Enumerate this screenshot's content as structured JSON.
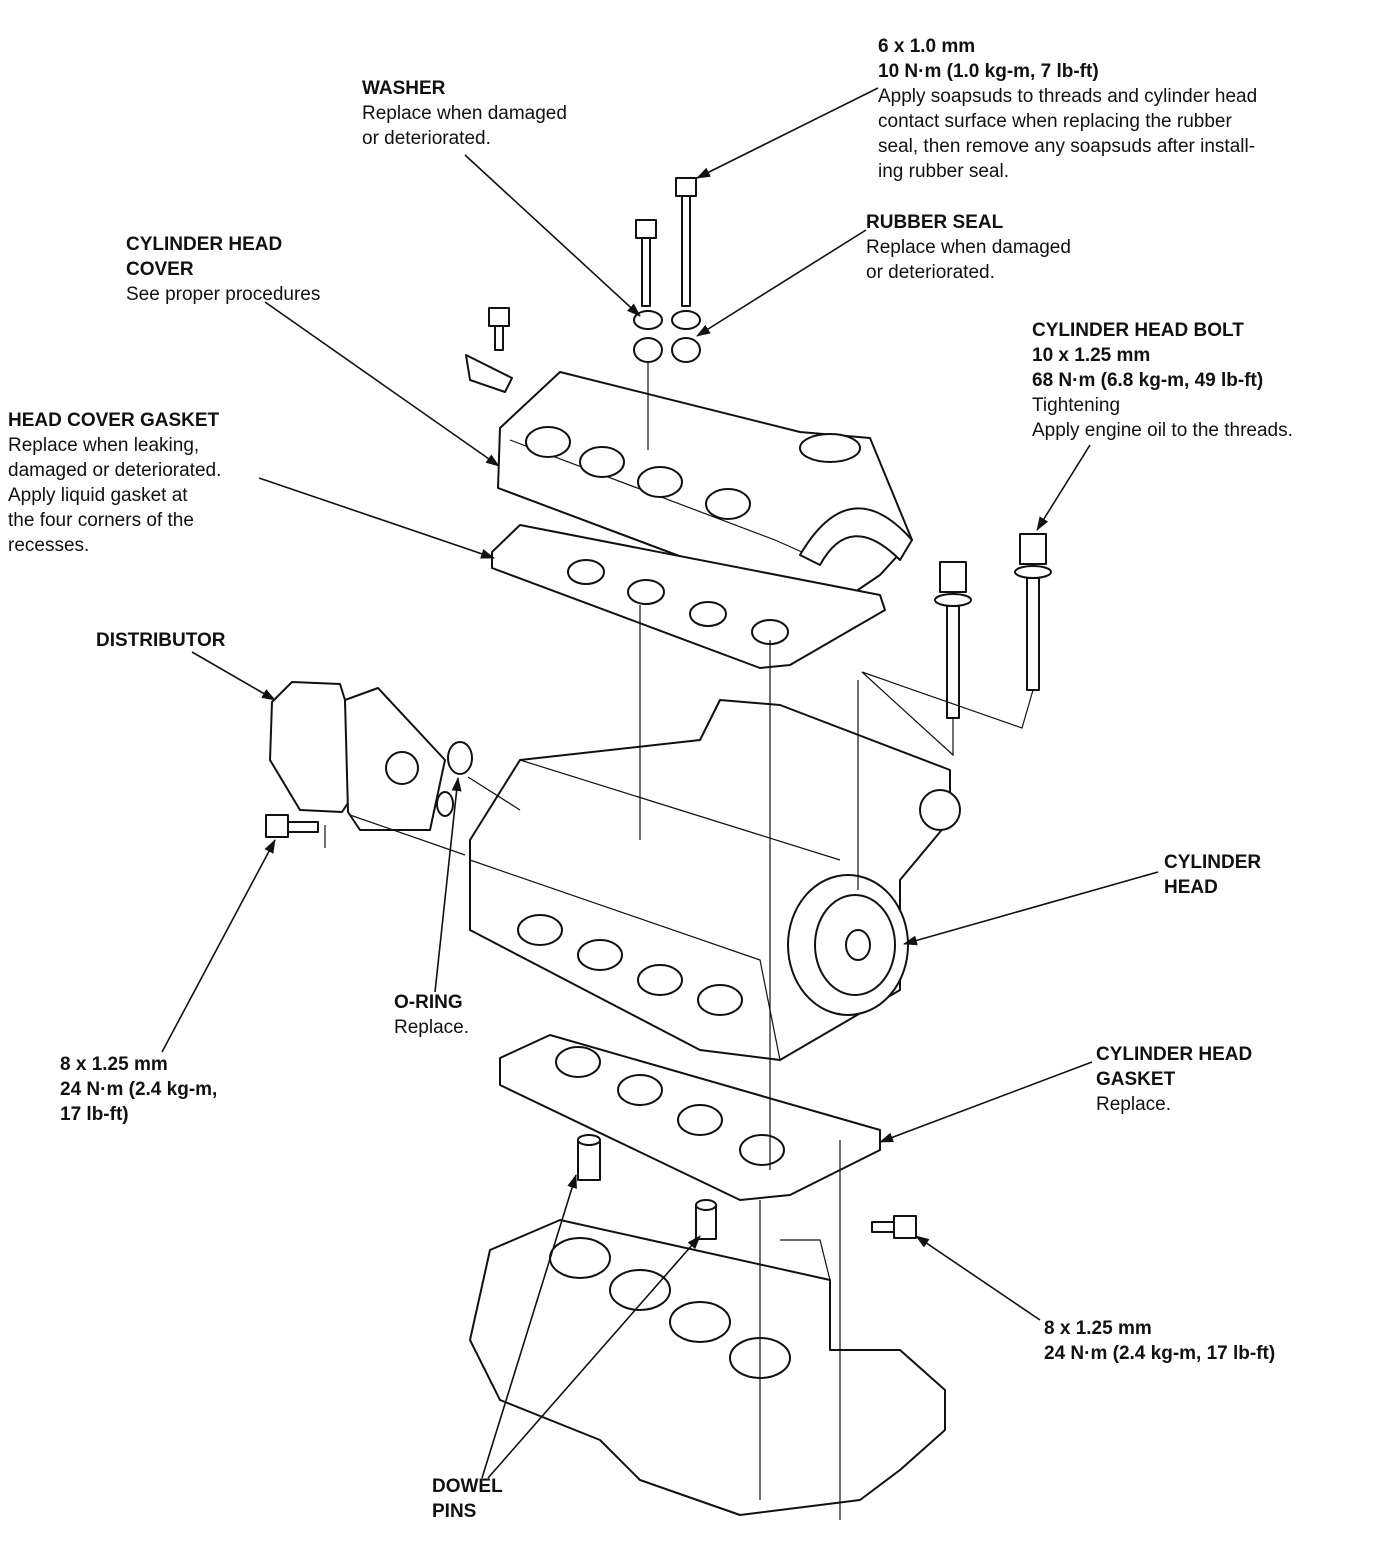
{
  "labels": {
    "bolt_6x1": {
      "lines_bold": [
        "6 x 1.0 mm",
        "10 N·m (1.0 kg-m, 7 lb-ft)"
      ],
      "lines_normal": [
        "Apply soapsuds to threads and cylinder head",
        "contact surface when replacing the rubber",
        "seal, then remove any soapsuds after install-",
        "ing rubber seal."
      ]
    },
    "washer": {
      "lines_bold": [
        "WASHER"
      ],
      "lines_normal": [
        "Replace when damaged",
        "or deteriorated."
      ]
    },
    "rubber_seal": {
      "lines_bold": [
        "RUBBER SEAL"
      ],
      "lines_normal": [
        "Replace when damaged",
        "or deteriorated."
      ]
    },
    "cylinder_head_cover": {
      "lines_bold": [
        "CYLINDER HEAD",
        "COVER"
      ],
      "lines_normal": [
        "See proper procedures"
      ]
    },
    "cylinder_head_bolt": {
      "lines_bold": [
        "CYLINDER HEAD BOLT",
        "10 x 1.25 mm",
        "68 N·m (6.8 kg-m, 49 lb-ft)"
      ],
      "lines_normal": [
        "Tightening",
        "Apply engine oil to the threads."
      ]
    },
    "head_cover_gasket": {
      "lines_bold": [
        "HEAD COVER GASKET"
      ],
      "lines_normal": [
        "Replace when leaking,",
        "damaged or deteriorated.",
        "Apply liquid gasket at",
        "the four corners of the",
        "recesses."
      ]
    },
    "distributor": {
      "lines_bold": [
        "DISTRIBUTOR"
      ],
      "lines_normal": []
    },
    "cylinder_head": {
      "lines_bold": [
        "CYLINDER",
        "HEAD"
      ],
      "lines_normal": []
    },
    "o_ring": {
      "lines_bold": [
        "O-RING"
      ],
      "lines_normal": [
        "Replace."
      ]
    },
    "bolt_8x125_left": {
      "lines_bold": [
        "8 x 1.25 mm",
        "24 N·m (2.4 kg-m,",
        "17 lb-ft)"
      ],
      "lines_normal": []
    },
    "cylinder_head_gasket": {
      "lines_bold": [
        "CYLINDER HEAD",
        "GASKET"
      ],
      "lines_normal": [
        "Replace."
      ]
    },
    "bolt_8x125_right": {
      "lines_bold": [
        "8 x 1.25 mm",
        "24 N·m (2.4 kg-m, 17 lb-ft)"
      ],
      "lines_normal": []
    },
    "dowel_pins": {
      "lines_bold": [
        "DOWEL",
        "PINS"
      ],
      "lines_normal": []
    }
  }
}
